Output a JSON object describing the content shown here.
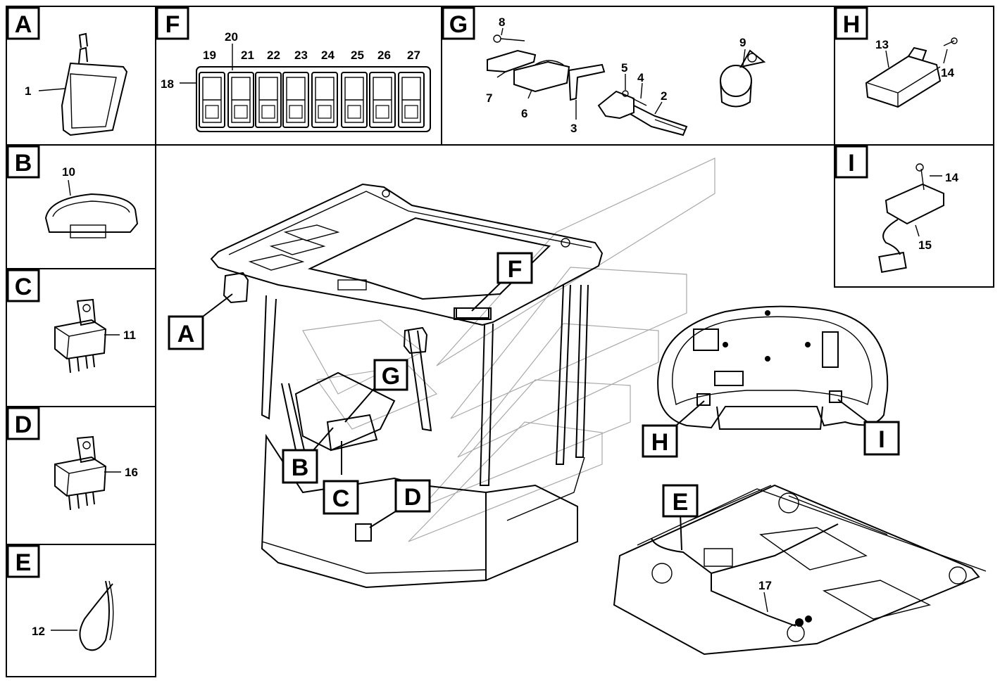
{
  "panels": [
    {
      "id": "A",
      "letter": "A",
      "callouts": [
        {
          "n": "1"
        }
      ]
    },
    {
      "id": "B",
      "letter": "B",
      "callouts": [
        {
          "n": "10"
        }
      ]
    },
    {
      "id": "C",
      "letter": "C",
      "callouts": [
        {
          "n": "11"
        }
      ]
    },
    {
      "id": "D",
      "letter": "D",
      "callouts": [
        {
          "n": "16"
        }
      ]
    },
    {
      "id": "E",
      "letter": "E",
      "callouts": [
        {
          "n": "12"
        }
      ]
    },
    {
      "id": "F",
      "letter": "F",
      "callouts": [
        {
          "n": "18"
        },
        {
          "n": "19"
        },
        {
          "n": "20"
        },
        {
          "n": "21"
        },
        {
          "n": "22"
        },
        {
          "n": "23"
        },
        {
          "n": "24"
        },
        {
          "n": "25"
        },
        {
          "n": "26"
        },
        {
          "n": "27"
        }
      ]
    },
    {
      "id": "G",
      "letter": "G",
      "callouts": [
        {
          "n": "8"
        },
        {
          "n": "7"
        },
        {
          "n": "6"
        },
        {
          "n": "3"
        },
        {
          "n": "5"
        },
        {
          "n": "4"
        },
        {
          "n": "2"
        },
        {
          "n": "9"
        }
      ]
    },
    {
      "id": "H",
      "letter": "H",
      "callouts": [
        {
          "n": "13"
        },
        {
          "n": "14"
        }
      ]
    },
    {
      "id": "I",
      "letter": "I",
      "callouts": [
        {
          "n": "14"
        },
        {
          "n": "15"
        }
      ]
    }
  ],
  "main_labels": {
    "A": "A",
    "B": "B",
    "C": "C",
    "D": "D",
    "E": "E",
    "F": "F",
    "G": "G",
    "H": "H",
    "I": "I",
    "n17": "17"
  },
  "colors": {
    "line": "#000000",
    "background": "#ffffff",
    "watermark": "#9a9a9a"
  }
}
